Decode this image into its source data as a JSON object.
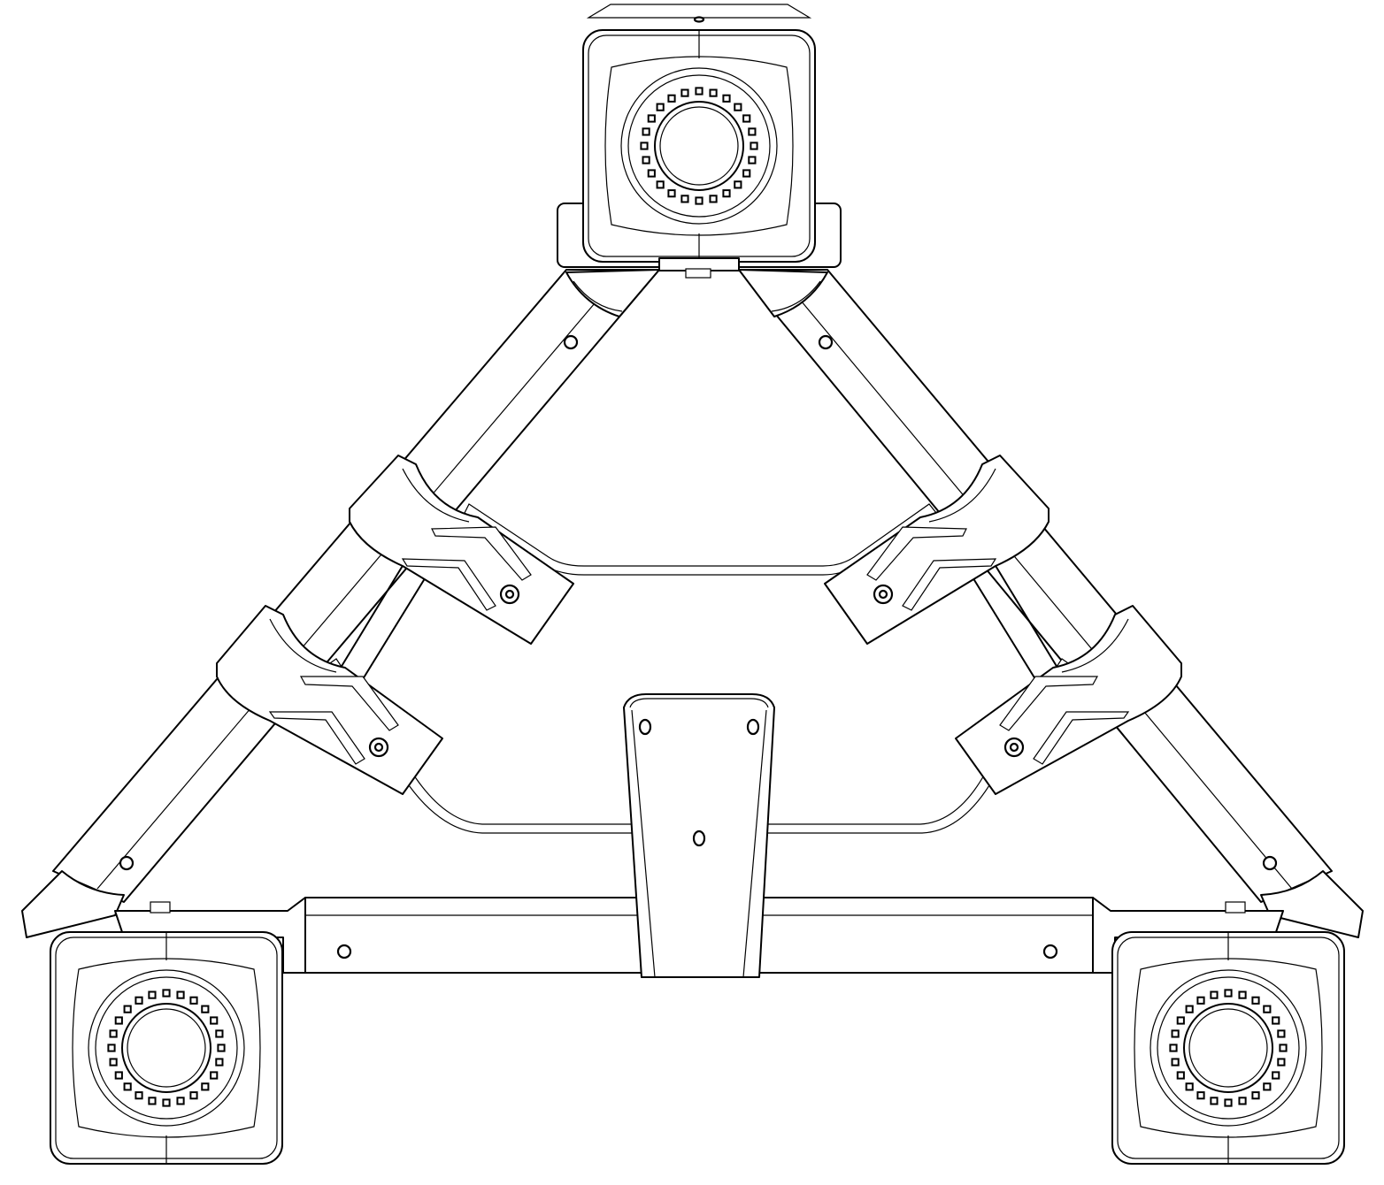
{
  "drawing": {
    "stroke_color": "#000000",
    "background_color": "#ffffff",
    "style": "line-art technical drawing (top view)",
    "icon": "tripod-spreader-icon"
  },
  "parts": {
    "hubs": [
      {
        "id": "top",
        "icon": "caster-hub-icon",
        "bolt_holes": 24
      },
      {
        "id": "bottom-left",
        "icon": "caster-hub-icon",
        "bolt_holes": 24
      },
      {
        "id": "bottom-right",
        "icon": "caster-hub-icon",
        "bolt_holes": 24
      }
    ],
    "legs": [
      "left-leg",
      "right-leg"
    ],
    "clamps": [
      "upper-left",
      "lower-left",
      "upper-right",
      "lower-right"
    ],
    "crossbar": "bottom-crossbar",
    "bracket": "center-bracket"
  }
}
